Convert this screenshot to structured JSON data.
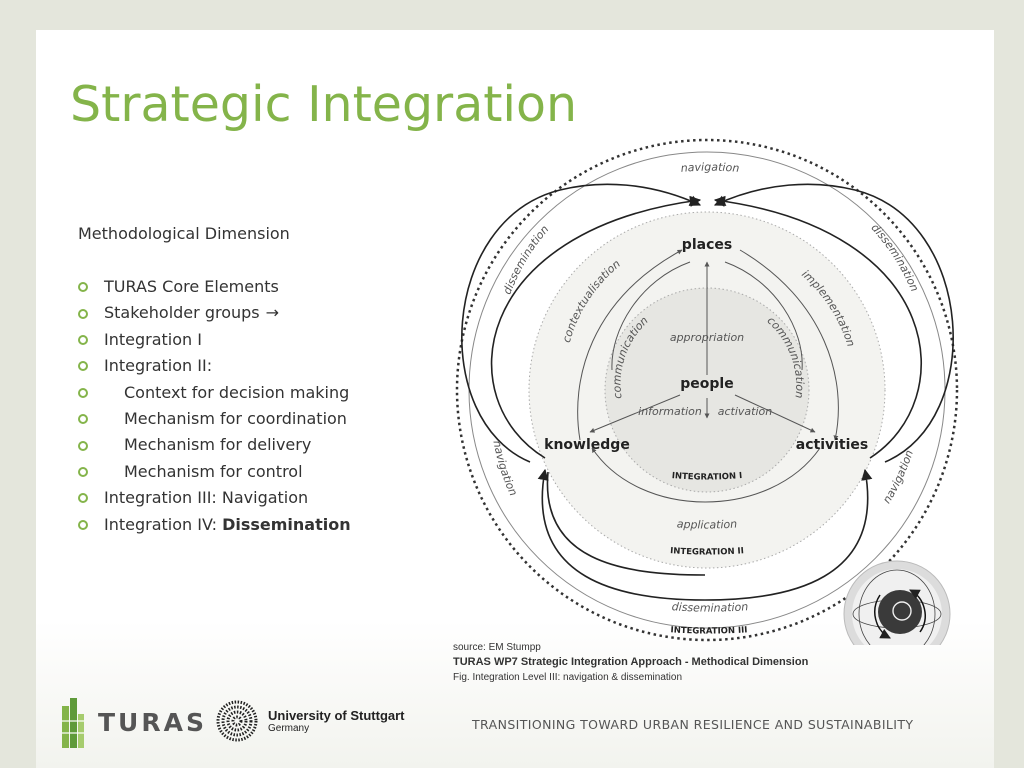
{
  "slide": {
    "title": "Strategic Integration",
    "subtitle": "Methodological Dimension",
    "bullets": [
      {
        "text": "TURAS Core Elements"
      },
      {
        "text": "Stakeholder groups",
        "arrow": "→"
      },
      {
        "text": "Integration I"
      },
      {
        "text": "Integration II:"
      },
      {
        "text": "Context for decision making"
      },
      {
        "text": "Mechanism for coordination"
      },
      {
        "text": "Mechanism for delivery"
      },
      {
        "text": "Mechanism for control"
      },
      {
        "text": "Integration III: Navigation"
      },
      {
        "text": "Integration IV: ",
        "bold": "Dissemination"
      }
    ]
  },
  "diagram": {
    "nodes": {
      "places": "places",
      "people": "people",
      "knowledge": "knowledge",
      "activities": "activities"
    },
    "labels": {
      "navigation_top": "navigation",
      "dissemination_left": "dissemination",
      "dissemination_right": "dissemination",
      "navigation_left": "navigation",
      "navigation_right": "navigation",
      "contextualisation": "contextualisation",
      "implementation": "implementation",
      "appropriation": "appropriation",
      "communication_left": "communication",
      "communication_right": "communication",
      "information": "information",
      "activation": "activation",
      "application": "application",
      "dissemination_bottom": "dissemination",
      "integration1": "INTEGRATION I",
      "integration2": "INTEGRATION II",
      "integration3": "INTEGRATION III"
    }
  },
  "source": {
    "line1": "source: EM Stumpp",
    "line2": "TURAS WP7 Strategic Integration Approach - Methodical Dimension",
    "line3": "Fig. Integration Level III: navigation & dissemination"
  },
  "footer": {
    "tagline": "TRANSITIONING TOWARD URBAN RESILIENCE AND SUSTAINABILITY",
    "turas_logo": "TURAS",
    "uni_name": "University of Stuttgart",
    "uni_country": "Germany"
  },
  "colors": {
    "accent": "#84b44a",
    "text": "#333333"
  }
}
